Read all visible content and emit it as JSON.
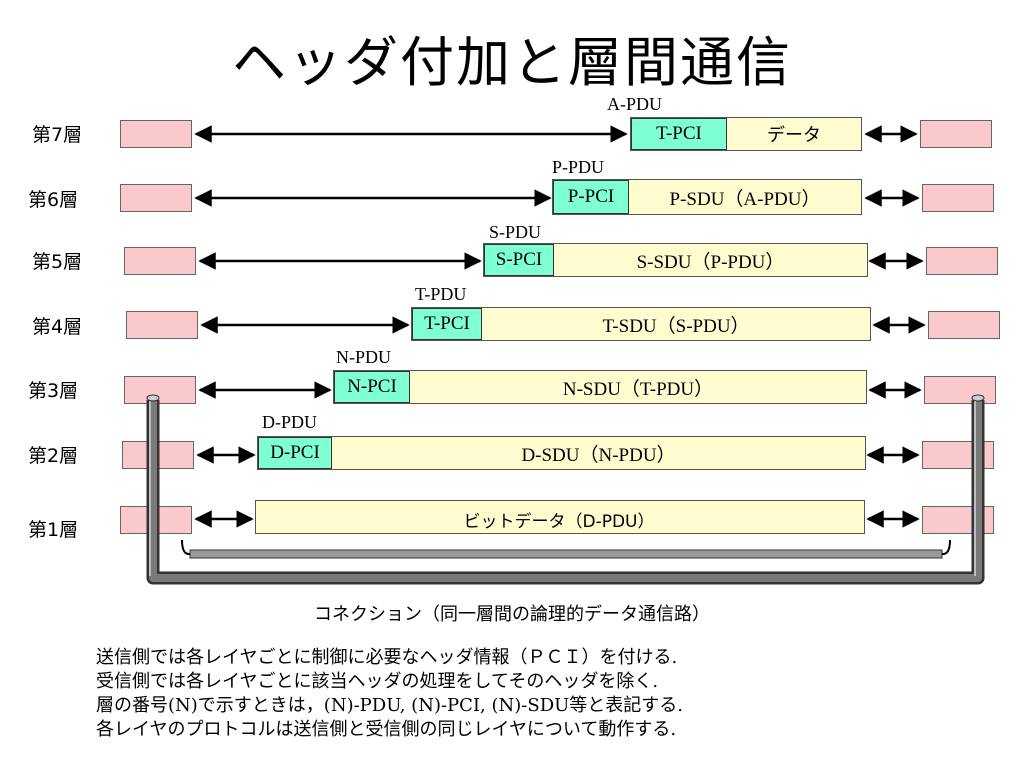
{
  "title": "ヘッダ付加と層間通信",
  "layers": [
    {
      "label": "第7層",
      "pdu": "A-PDU",
      "pci": "T-PCI",
      "sdu": "データ"
    },
    {
      "label": "第6層",
      "pdu": "P-PDU",
      "pci": "P-PCI",
      "sdu": "P-SDU（A-PDU）"
    },
    {
      "label": "第5層",
      "pdu": "S-PDU",
      "pci": "S-PCI",
      "sdu": "S-SDU（P-PDU）"
    },
    {
      "label": "第4層",
      "pdu": "T-PDU",
      "pci": "T-PCI",
      "sdu": "T-SDU（S-PDU）"
    },
    {
      "label": "第3層",
      "pdu": "N-PDU",
      "pci": "N-PCI",
      "sdu": "N-SDU（T-PDU）"
    },
    {
      "label": "第2層",
      "pdu": "D-PDU",
      "pci": "D-PCI",
      "sdu": "D-SDU（N-PDU）"
    },
    {
      "label": "第1層",
      "pdu": "",
      "pci": "",
      "sdu": "ビットデータ（D-PDU）"
    }
  ],
  "connection_caption": "コネクション（同一層間の論理的データ通信路）",
  "notes": [
    "送信側では各レイヤごとに制御に必要なヘッダ情報（ＰＣＩ）を付ける.",
    "受信側では各レイヤごとに該当ヘッダの処理をしてそのヘッダを除く.",
    "層の番号(N)で示すときは，(N)-PDU, (N)-PCI, (N)-SDU等と表記する.",
    "各レイヤのプロトコルは送信側と受信側の同じレイヤについて動作する."
  ],
  "colors": {
    "end_box": "#f9c9cc",
    "pci": "#7fffd4",
    "sdu": "#fffdd0",
    "pipe": "#555555"
  }
}
